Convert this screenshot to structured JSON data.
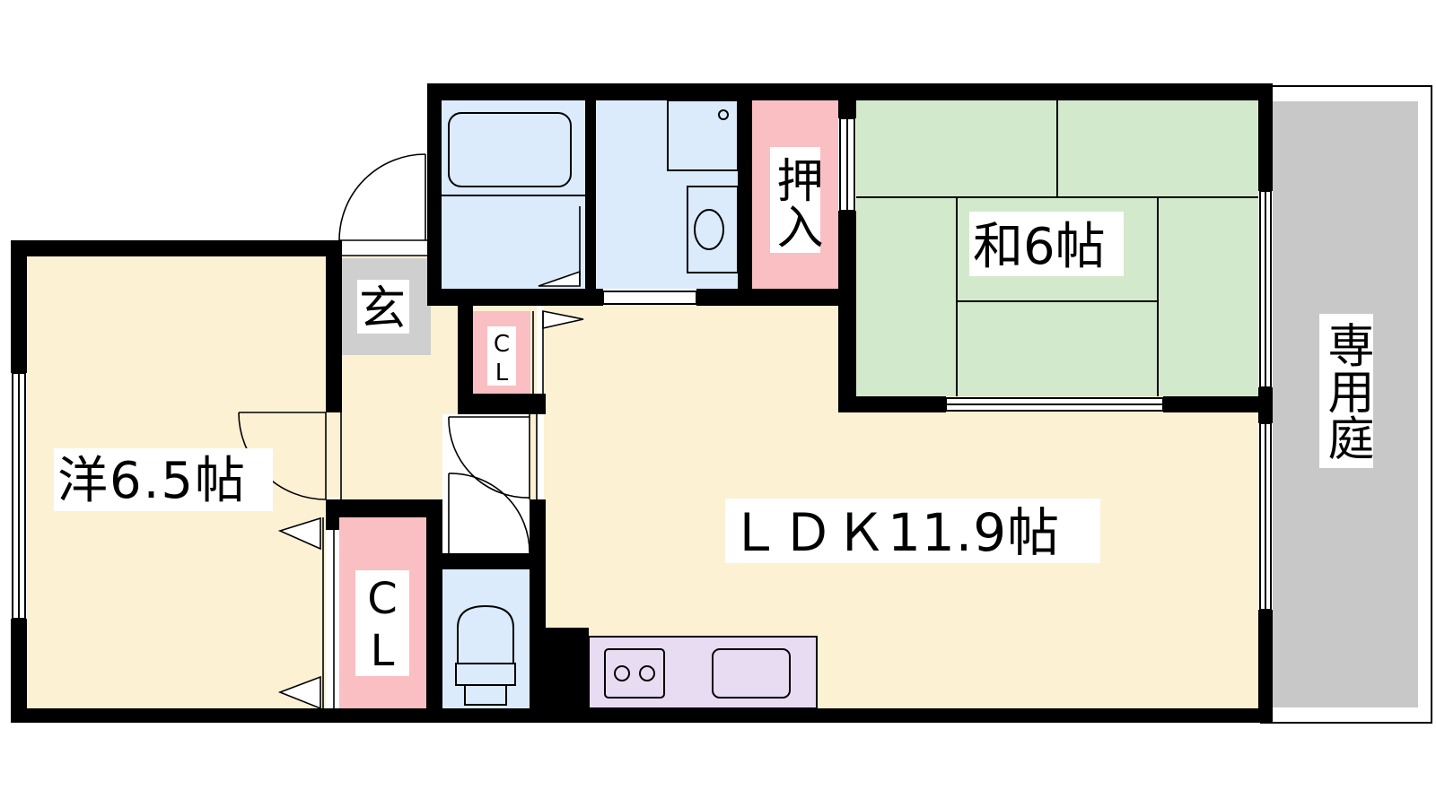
{
  "floorplan": {
    "rooms": {
      "western": {
        "label": "洋6.5帖"
      },
      "ldk": {
        "label": "ＬＤＫ11.9帖"
      },
      "japanese": {
        "label": "和6帖"
      },
      "garden": {
        "label": "専用庭"
      },
      "entrance": {
        "label": "玄"
      },
      "closet_large": {
        "label_c": "C",
        "label_l": "L"
      },
      "closet_small": {
        "label_c": "C",
        "label_l": "L"
      },
      "oshiire": {
        "label": "押入"
      }
    },
    "colors": {
      "wall": "#000000",
      "floor_wood": "#fdf1d4",
      "tatami": "#d3e9cc",
      "wet_area": "#dcebfb",
      "closet": "#f9bfc2",
      "garden": "#c8c8c8",
      "entrance": "#cfcfcf",
      "kitchen": "#e8dcf2"
    }
  }
}
